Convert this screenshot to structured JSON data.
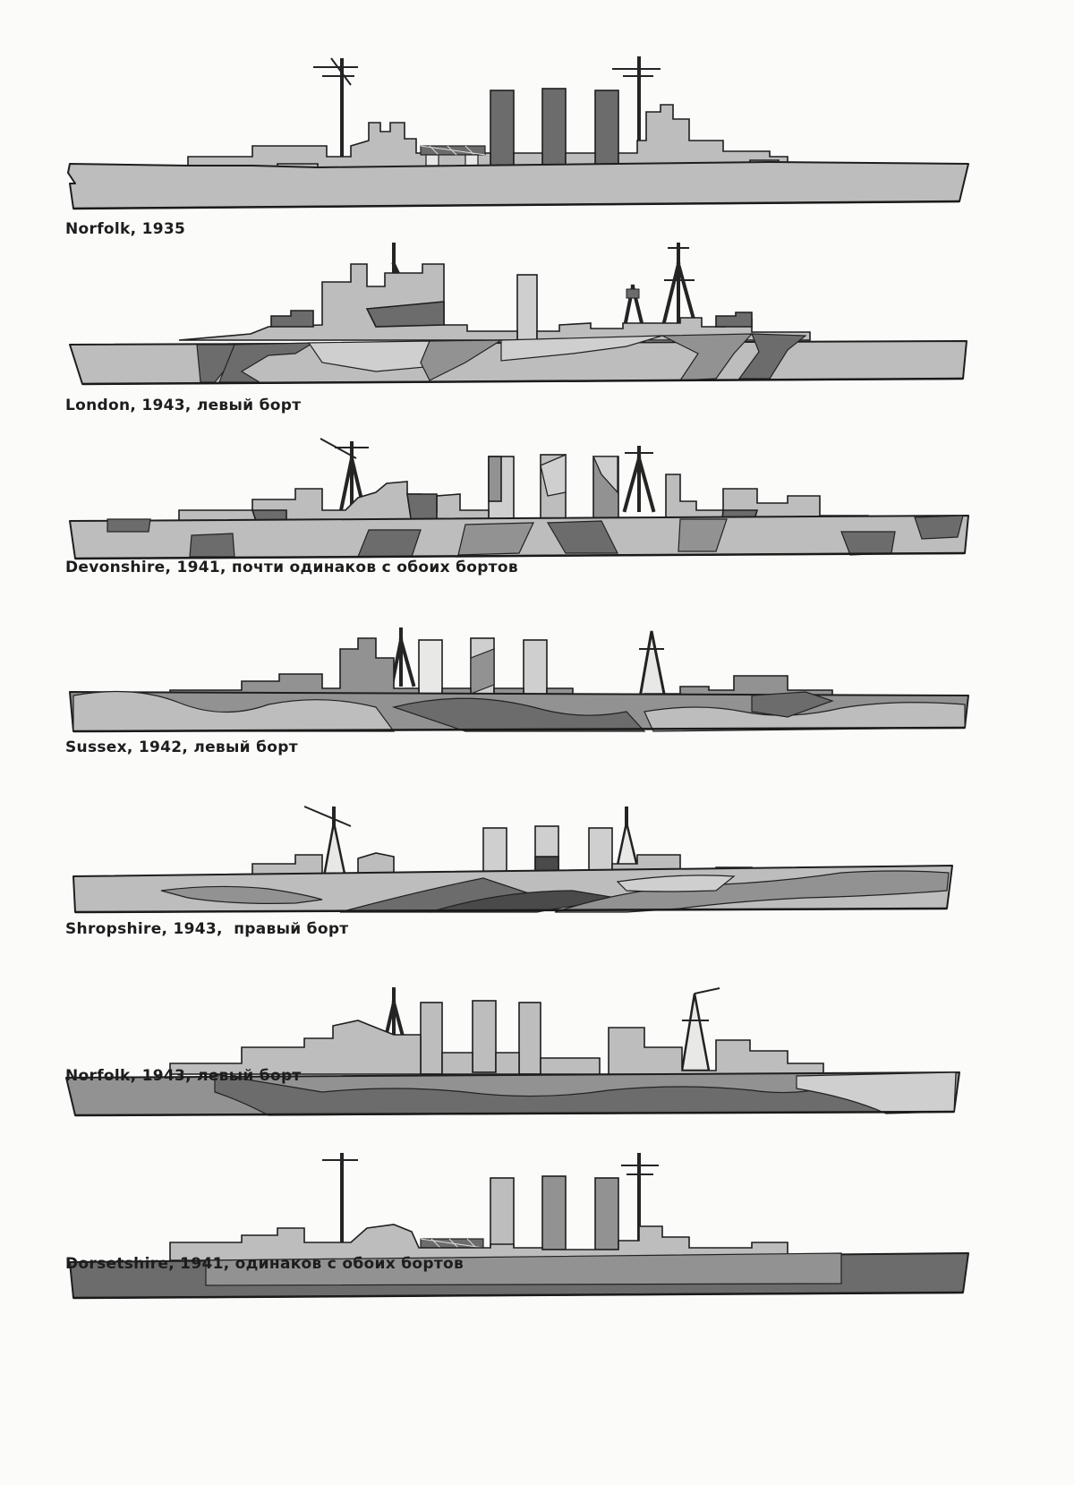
{
  "colors": {
    "paper": "#fbfbfa",
    "light_grey": "#bdbdbd",
    "pale_grey": "#cfcfcf",
    "medium_grey": "#929292",
    "dark_grey": "#6c6c6c",
    "very_dark_grey": "#4a4a4a",
    "off_white": "#e8e8e6",
    "outline": "#1e1e1e"
  },
  "profiles": [
    {
      "caption": "Norfolk, 1935",
      "scheme": "uniform light grey"
    },
    {
      "caption": "London, 1943, левый борт",
      "scheme": "disruptive camouflage"
    },
    {
      "caption": "Devonshire, 1941, почти одинаков с обоих бортов",
      "scheme": "disruptive camouflage"
    },
    {
      "caption": "Sussex, 1942, левый борт",
      "scheme": "disruptive camouflage"
    },
    {
      "caption": "Shropshire, 1943,  правый борт",
      "scheme": "disruptive camouflage"
    },
    {
      "caption": "Norfolk, 1943, левый борт",
      "scheme": "disruptive camouflage"
    },
    {
      "caption": "Dorsetshire, 1941, одинаков с обоих бортов",
      "scheme": "two-tone dark hull, light upperworks"
    }
  ]
}
